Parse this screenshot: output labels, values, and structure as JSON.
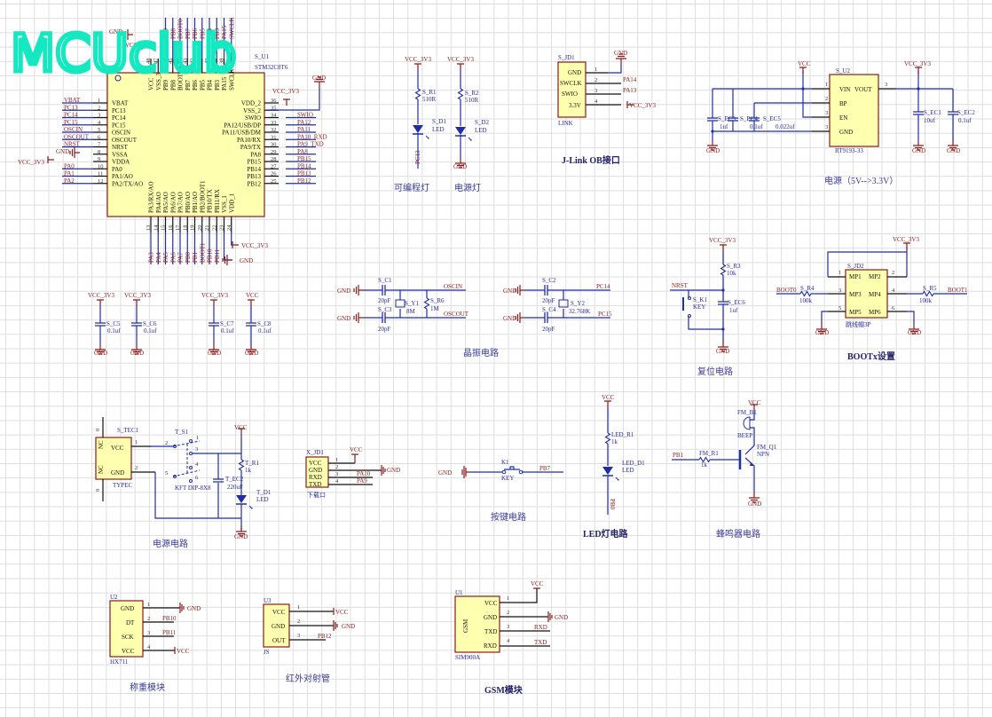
{
  "watermark": "MCUclub",
  "mcu": {
    "ref": "S_U1",
    "part": "STM32C8T6",
    "left_pins": [
      {
        "num": "1",
        "name": "VBAT",
        "net": "VBAT"
      },
      {
        "num": "2",
        "name": "PC13",
        "net": "PC13"
      },
      {
        "num": "3",
        "name": "PC14",
        "net": "PC14"
      },
      {
        "num": "4",
        "name": "PC15",
        "net": "PC15"
      },
      {
        "num": "5",
        "name": "OSCIN",
        "net": "OSCIN"
      },
      {
        "num": "6",
        "name": "OSCOUT",
        "net": "OSCOUT"
      },
      {
        "num": "7",
        "name": "NRST",
        "net": "NRST"
      },
      {
        "num": "8",
        "name": "VSSA",
        "net": "GND"
      },
      {
        "num": "9",
        "name": "VDDA",
        "net": "VCC_3V3"
      },
      {
        "num": "10",
        "name": "PA0",
        "net": "PA0"
      },
      {
        "num": "11",
        "name": "PA1/AO",
        "net": "PA1"
      },
      {
        "num": "12",
        "name": "PA2/TX/AO",
        "net": "PA2"
      }
    ],
    "right_pins": [
      {
        "num": "36",
        "name": "VDD_2",
        "net": "VCC_3V3"
      },
      {
        "num": "35",
        "name": "VSS_2",
        "net": "GND"
      },
      {
        "num": "34",
        "name": "SWIO",
        "net": "SWIO"
      },
      {
        "num": "33",
        "name": "PA12/USB/DP",
        "net": "PA12"
      },
      {
        "num": "32",
        "name": "PA11/USB/DM",
        "net": "PA11"
      },
      {
        "num": "31",
        "name": "PA10/RX",
        "net": "PA10_RXD"
      },
      {
        "num": "30",
        "name": "PA9/TX",
        "net": "PA9_TXD"
      },
      {
        "num": "29",
        "name": "PA8",
        "net": "PA8"
      },
      {
        "num": "28",
        "name": "PB15",
        "net": "PB15"
      },
      {
        "num": "27",
        "name": "PB14",
        "net": "PB14"
      },
      {
        "num": "26",
        "name": "PB13",
        "net": "PB13"
      },
      {
        "num": "25",
        "name": "PB12",
        "net": "PB12"
      }
    ],
    "top_pins": [
      {
        "num": "48",
        "name": "VCC",
        "net": "VCC"
      },
      {
        "num": "47",
        "name": "VSS_3",
        "net": "GND"
      },
      {
        "num": "46",
        "name": "PB9",
        "net": "PB9"
      },
      {
        "num": "45",
        "name": "PB8",
        "net": "PB8"
      },
      {
        "num": "44",
        "name": "BOOT0",
        "net": "BOOT0"
      },
      {
        "num": "43",
        "name": "PB7",
        "net": "PB7"
      },
      {
        "num": "42",
        "name": "PB6",
        "net": "PB6"
      },
      {
        "num": "41",
        "name": "PB5",
        "net": "PB5"
      },
      {
        "num": "40",
        "name": "PB4",
        "net": "PB4"
      },
      {
        "num": "39",
        "name": "PB3",
        "net": "PB3"
      },
      {
        "num": "38",
        "name": "PA15",
        "net": "PA15"
      },
      {
        "num": "37",
        "name": "SWCLK",
        "net": "SWCLK"
      }
    ],
    "bottom_pins": [
      {
        "num": "13",
        "name": "PA3/RX/AO",
        "net": "PA3"
      },
      {
        "num": "14",
        "name": "PA4/AO",
        "net": "PA4"
      },
      {
        "num": "15",
        "name": "PA5/AO",
        "net": "PA5"
      },
      {
        "num": "16",
        "name": "PA6/AO",
        "net": "PA6"
      },
      {
        "num": "17",
        "name": "PA7/AO",
        "net": "PA7"
      },
      {
        "num": "18",
        "name": "PB0/AO",
        "net": "PB0"
      },
      {
        "num": "19",
        "name": "PB1/AO",
        "net": "PB1"
      },
      {
        "num": "20",
        "name": "PB2/BOOT1",
        "net": "BOOT1"
      },
      {
        "num": "21",
        "name": "PB10/TX",
        "net": "PB10"
      },
      {
        "num": "22",
        "name": "PB11/RX",
        "net": "PB11"
      },
      {
        "num": "23",
        "name": "VSS_1",
        "net": "GND"
      },
      {
        "num": "24",
        "name": "VDD_1",
        "net": "VCC_3V3"
      }
    ]
  },
  "leds": {
    "title1": "可编程灯",
    "title2": "电源灯",
    "r1": {
      "ref": "S_R1",
      "val": "510R",
      "supply": "VCC_3V3"
    },
    "d1": {
      "ref": "S_D1",
      "val": "LED",
      "net": "PC13"
    },
    "r2": {
      "ref": "S_R2",
      "val": "510R",
      "supply": "VCC_3V3"
    },
    "d2": {
      "ref": "S_D2",
      "val": "LED",
      "gnd": "GND"
    }
  },
  "jlink": {
    "title": "J-Link OB接口",
    "ref": "S_JD1",
    "part": "LINK",
    "gnd": "GND",
    "pins": [
      {
        "num": "1",
        "name": "GND"
      },
      {
        "num": "2",
        "name": "SWCLK",
        "net": "PA14"
      },
      {
        "num": "3",
        "name": "SWIO",
        "net": "PA13"
      },
      {
        "num": "4",
        "name": "3.3V",
        "net": "VCC_3V3"
      }
    ]
  },
  "ldo": {
    "title": "电源（5V-->3.3V）",
    "ref": "S_U2",
    "part": "RT9193-33",
    "vin": "VCC",
    "vout": "VCC_3V3",
    "pins": [
      {
        "num": "1",
        "name": "VIN"
      },
      {
        "num": "3",
        "name": "VOUT"
      },
      {
        "num": "2",
        "name": "BP"
      },
      {
        "num": "3",
        "name": "EN"
      },
      {
        "num": "3",
        "name": "GND"
      }
    ],
    "caps": [
      {
        "ref": "S_EC3",
        "val": "1uf"
      },
      {
        "ref": "S_EC4",
        "val": "0.1uf"
      },
      {
        "ref": "S_EC5",
        "val": "0.022uf"
      },
      {
        "ref": "S_EC1",
        "val": "10uf"
      },
      {
        "ref": "S_EC2",
        "val": "0.1uf"
      }
    ],
    "gnd": "GND"
  },
  "decoupling": [
    {
      "ref": "S_C5",
      "val": "0.1uf",
      "supply": "VCC_3V3"
    },
    {
      "ref": "S_C6",
      "val": "0.1uf",
      "supply": "VCC_3V3"
    },
    {
      "ref": "S_C7",
      "val": "0.1uf",
      "supply": "VCC_3V3"
    },
    {
      "ref": "S_C8",
      "val": "0.1uf",
      "supply": "VCC"
    }
  ],
  "crystal": {
    "title": "晶振电路",
    "gnd": "GND",
    "c1": {
      "ref": "S_C1",
      "val": "20pF"
    },
    "c3": {
      "ref": "S_C3",
      "val": "20pF"
    },
    "y1": {
      "ref": "S_Y1",
      "val": "8M"
    },
    "r6": {
      "ref": "S_R6",
      "val": "1M"
    },
    "net_in": "OSCIN",
    "net_out": "OSCOUT",
    "c2": {
      "ref": "S_C2",
      "val": "20pF"
    },
    "c4": {
      "ref": "S_C4",
      "val": "20pF"
    },
    "y2": {
      "ref": "S_Y2",
      "val": "32.768K"
    },
    "net_in2": "PC14",
    "net_out2": "PC15"
  },
  "reset": {
    "title": "复位电路",
    "supply": "VCC_3V3",
    "r": {
      "ref": "S_R3",
      "val": "10k"
    },
    "net": "NRST",
    "k": {
      "ref": "S_K1",
      "val": "KEY"
    },
    "c": {
      "ref": "S_EC6",
      "val": "1uf"
    },
    "gnd": "GND"
  },
  "boot": {
    "title": "BOOTx设置",
    "supply": "VCC_3V3",
    "ref": "S_JD2",
    "part": "跳线帽3P",
    "pins": [
      {
        "num": "1",
        "name": "MP1"
      },
      {
        "num": "2",
        "name": "MP2"
      },
      {
        "num": "3",
        "name": "MP3"
      },
      {
        "num": "4",
        "name": "MP4"
      },
      {
        "num": "5",
        "name": "MP5"
      },
      {
        "num": "6",
        "name": "MP6"
      }
    ],
    "r4": {
      "ref": "S_R4",
      "val": "100k"
    },
    "r5": {
      "ref": "S_R5",
      "val": "100k"
    },
    "net0": "BOOT0",
    "net1": "BOOT1",
    "gnd": "GND"
  },
  "power": {
    "title": "电源电路",
    "conn": {
      "ref": "S_TEC1",
      "part": "TYPEC",
      "vcc": "VCC",
      "gnd": "GND",
      "nc": "NC",
      "p1": "1",
      "p2": "2",
      "zero": "0"
    },
    "sw": {
      "ref": "T_S1",
      "part": "KFT DIP-8X8",
      "nums": [
        "1",
        "2",
        "3",
        "4",
        "5",
        "6"
      ]
    },
    "supply": "VCC",
    "r": {
      "ref": "T_R1",
      "val": "1k"
    },
    "c": {
      "ref": "T_EC2",
      "val": "220uF"
    },
    "d": {
      "ref": "T_D1",
      "val": "LED"
    },
    "gnd": "GND"
  },
  "download": {
    "ref": "X_JD1",
    "part": "下载口",
    "pins": [
      {
        "num": "1",
        "name": "VCC",
        "net": "VCC"
      },
      {
        "num": "2",
        "name": "GND",
        "net": "GND"
      },
      {
        "num": "3",
        "name": "RXD",
        "net": "PA10"
      },
      {
        "num": "4",
        "name": "TXD",
        "net": "PA9"
      }
    ]
  },
  "key": {
    "title": "按键电路",
    "gnd": "GND",
    "ref": "K1",
    "val": "KEY",
    "net": "PB7"
  },
  "led_circuit": {
    "title": "LED灯电路",
    "supply": "VCC",
    "r": {
      "ref": "LED_R1",
      "val": "1k"
    },
    "d": {
      "ref": "LED_D1",
      "val": "LED"
    },
    "net": "PB0"
  },
  "buzzer": {
    "title": "蜂鸣器电路",
    "supply": "VCC",
    "b": {
      "ref": "FM_B1",
      "val": "BEEP"
    },
    "q": {
      "ref": "FM_Q1",
      "val": "NPN"
    },
    "net": "PB1",
    "r": {
      "ref": "FM_R1",
      "val": "1k"
    },
    "gnd": "GND"
  },
  "hx711": {
    "title": "称重模块",
    "ref": "U2",
    "part": "HX711",
    "pins": [
      {
        "num": "1",
        "name": "GND",
        "net": "GND"
      },
      {
        "num": "2",
        "name": "DT",
        "net": "PB10"
      },
      {
        "num": "3",
        "name": "SCK",
        "net": "PB11"
      },
      {
        "num": "4",
        "name": "VCC",
        "net": "VCC"
      }
    ]
  },
  "ir": {
    "title": "红外对射管",
    "ref": "U3",
    "part": "JS",
    "pins": [
      {
        "num": "1",
        "name": "VCC",
        "net": "VCC"
      },
      {
        "num": "2",
        "name": "GND",
        "net": "GND"
      },
      {
        "num": "3",
        "name": "OUT",
        "net": "PB12"
      }
    ]
  },
  "gsm": {
    "title": "GSM模块",
    "ref": "U1",
    "part": "SIM900A",
    "label": "GSM",
    "pins": [
      {
        "num": "1",
        "name": "VCC",
        "net": "VCC"
      },
      {
        "num": "2",
        "name": "GND",
        "net": "GND"
      },
      {
        "num": "3",
        "name": "TXD",
        "net": "RXD"
      },
      {
        "num": "4",
        "name": "RXD",
        "net": "TXD"
      }
    ]
  }
}
